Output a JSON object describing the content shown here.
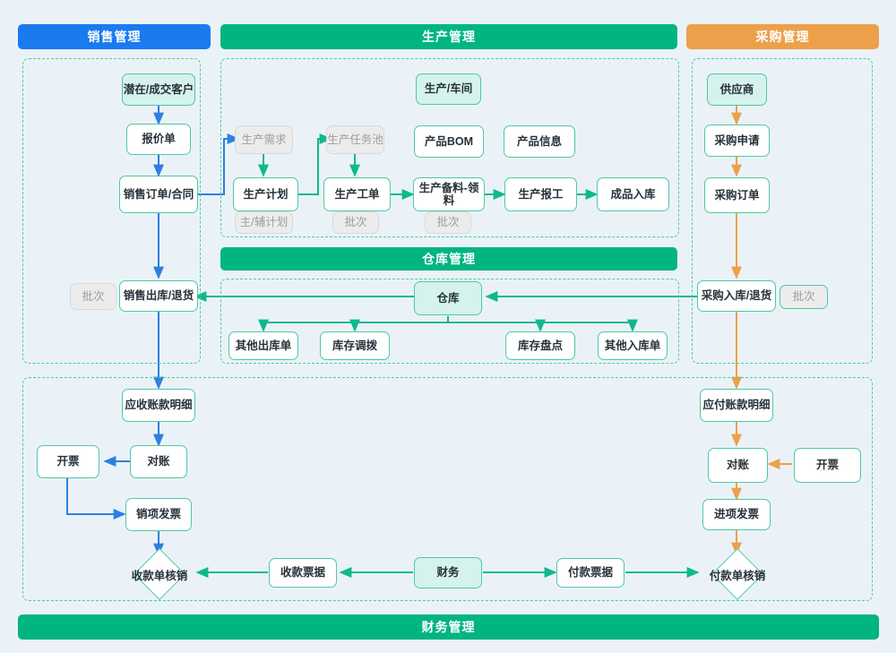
{
  "banners": {
    "sales": {
      "label": "销售管理",
      "color": "#1a7af0"
    },
    "production": {
      "label": "生产管理",
      "color": "#00b582"
    },
    "purchase": {
      "label": "采购管理",
      "color": "#eda04a"
    },
    "warehouse": {
      "label": "仓库管理",
      "color": "#00b582"
    },
    "finance": {
      "label": "财务管理",
      "color": "#00b582"
    }
  },
  "colors": {
    "canvas": "#eaf2f8",
    "node_border": "#4dc9a3",
    "node_tint": "#d6f2ec",
    "muted_fill": "#ececec",
    "muted_text": "#9d9d9d",
    "arrow_blue": "#2f7fe0",
    "arrow_green": "#0fb98b",
    "arrow_orange": "#eda04a",
    "dashed_group": "#46cfa0"
  },
  "sales": {
    "nodes": [
      {
        "id": "customer",
        "label": "潜在/成交客户",
        "style": "tint"
      },
      {
        "id": "quotation",
        "label": "报价单",
        "style": "plain"
      },
      {
        "id": "sales_order",
        "label": "销售订单/合同",
        "style": "plain"
      },
      {
        "id": "sales_out",
        "label": "销售出库/退货",
        "style": "plain"
      },
      {
        "id": "batch_sales",
        "label": "批次",
        "style": "muted"
      }
    ]
  },
  "production": {
    "nodes": [
      {
        "id": "workshop",
        "label": "生产/车间",
        "style": "tint"
      },
      {
        "id": "prod_demand",
        "label": "生产需求",
        "style": "muted"
      },
      {
        "id": "task_pool",
        "label": "生产任务池",
        "style": "muted"
      },
      {
        "id": "product_bom",
        "label": "产品BOM",
        "style": "plain"
      },
      {
        "id": "product_info",
        "label": "产品信息",
        "style": "plain"
      },
      {
        "id": "prod_plan",
        "label": "生产计划",
        "style": "plain"
      },
      {
        "id": "work_order",
        "label": "生产工单",
        "style": "plain"
      },
      {
        "id": "prep_pick",
        "label": "生产备料-领料",
        "style": "plain"
      },
      {
        "id": "prod_report",
        "label": "生产报工",
        "style": "plain"
      },
      {
        "id": "finished_in",
        "label": "成品入库",
        "style": "plain"
      },
      {
        "id": "plan_tag",
        "label": "主/辅计划",
        "style": "muted"
      },
      {
        "id": "batch_wo",
        "label": "批次",
        "style": "muted"
      },
      {
        "id": "batch_prep",
        "label": "批次",
        "style": "muted"
      }
    ]
  },
  "purchase": {
    "nodes": [
      {
        "id": "supplier",
        "label": "供应商",
        "style": "tint"
      },
      {
        "id": "pr",
        "label": "采购申请",
        "style": "plain"
      },
      {
        "id": "po",
        "label": "采购订单",
        "style": "plain"
      },
      {
        "id": "purchase_in",
        "label": "采购入库/退货",
        "style": "plain"
      },
      {
        "id": "batch_pur",
        "label": "批次",
        "style": "muted-green"
      }
    ]
  },
  "warehouse": {
    "nodes": [
      {
        "id": "warehouse",
        "label": "仓库",
        "style": "tint"
      },
      {
        "id": "other_out",
        "label": "其他出库单",
        "style": "plain"
      },
      {
        "id": "transfer",
        "label": "库存调拨",
        "style": "plain"
      },
      {
        "id": "stocktake",
        "label": "库存盘点",
        "style": "plain"
      },
      {
        "id": "other_in",
        "label": "其他入库单",
        "style": "plain"
      }
    ]
  },
  "finance": {
    "nodes": [
      {
        "id": "ar_detail",
        "label": "应收账款明细",
        "style": "plain"
      },
      {
        "id": "ar_recon",
        "label": "对账",
        "style": "plain"
      },
      {
        "id": "ar_invoice",
        "label": "开票",
        "style": "plain"
      },
      {
        "id": "out_invoice",
        "label": "销项发票",
        "style": "plain"
      },
      {
        "id": "recv_doc",
        "label": "收款票据",
        "style": "plain"
      },
      {
        "id": "fin_center",
        "label": "财务",
        "style": "tint"
      },
      {
        "id": "pay_doc",
        "label": "付款票据",
        "style": "plain"
      },
      {
        "id": "ap_detail",
        "label": "应付账款明细",
        "style": "plain"
      },
      {
        "id": "ap_recon",
        "label": "对账",
        "style": "plain"
      },
      {
        "id": "ap_invoice",
        "label": "开票",
        "style": "plain"
      },
      {
        "id": "in_invoice",
        "label": "进项发票",
        "style": "plain"
      }
    ],
    "diamonds": [
      {
        "id": "recv_clear",
        "label": "收款单核销"
      },
      {
        "id": "pay_clear",
        "label": "付款单核销"
      }
    ]
  }
}
